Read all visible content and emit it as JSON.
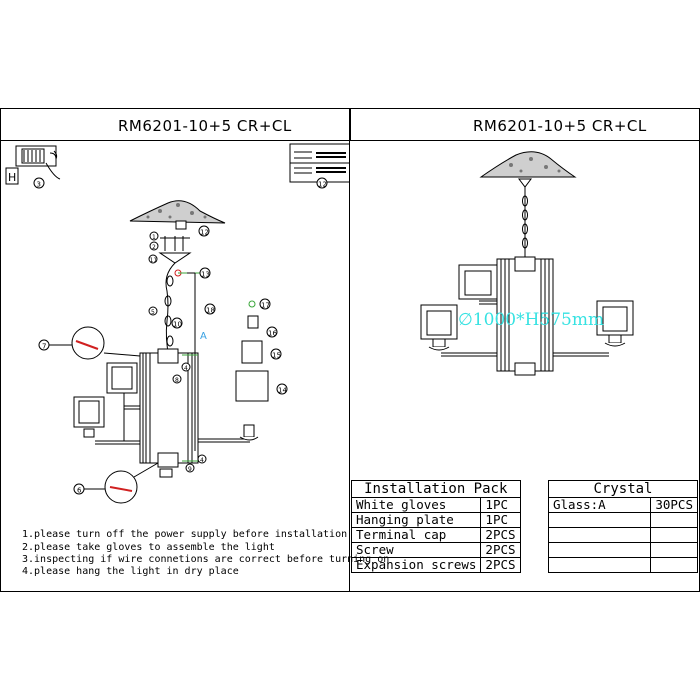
{
  "left_panel": {
    "title": "RM6201-10+5 CR+CL",
    "notes": [
      "1.please turn off the power supply before installation",
      "2.please take gloves to assemble the light",
      "3.inspecting if wire connetions are correct before turning on",
      "4.please hang the light in dry place"
    ],
    "callouts": {
      "c3": "3",
      "c12a": "12",
      "c12b": "12",
      "c1": "1",
      "c2": "2",
      "c11": "11",
      "c13": "13",
      "c5": "5",
      "c10": "10",
      "c18": "18",
      "c17": "17",
      "c16": "16",
      "c15": "15",
      "c14": "14",
      "c7": "7",
      "c4a": "4",
      "c8": "8",
      "c6": "6",
      "c4b": "4",
      "c9": "9",
      "A": "A"
    }
  },
  "right_panel": {
    "title": "RM6201-10+5 CR+CL",
    "dimension": "∅1000*H575mm"
  },
  "installation_pack": {
    "header": "Installation Pack",
    "rows": [
      {
        "item": "White gloves",
        "qty": "1PC"
      },
      {
        "item": "Hanging plate",
        "qty": "1PC"
      },
      {
        "item": "Terminal cap",
        "qty": "2PCS"
      },
      {
        "item": "Screw",
        "qty": "2PCS"
      },
      {
        "item": "Expansion screws",
        "qty": "2PCS"
      }
    ]
  },
  "crystal": {
    "header": "Crystal",
    "rows": [
      {
        "item": "Glass:A",
        "qty": "30PCS"
      },
      {
        "item": "",
        "qty": ""
      },
      {
        "item": "",
        "qty": ""
      },
      {
        "item": "",
        "qty": ""
      },
      {
        "item": "",
        "qty": ""
      }
    ]
  },
  "colors": {
    "line": "#000000",
    "dimension_text": "#37e2e2",
    "accent_green": "#3aa63a",
    "accent_red": "#d02020"
  }
}
